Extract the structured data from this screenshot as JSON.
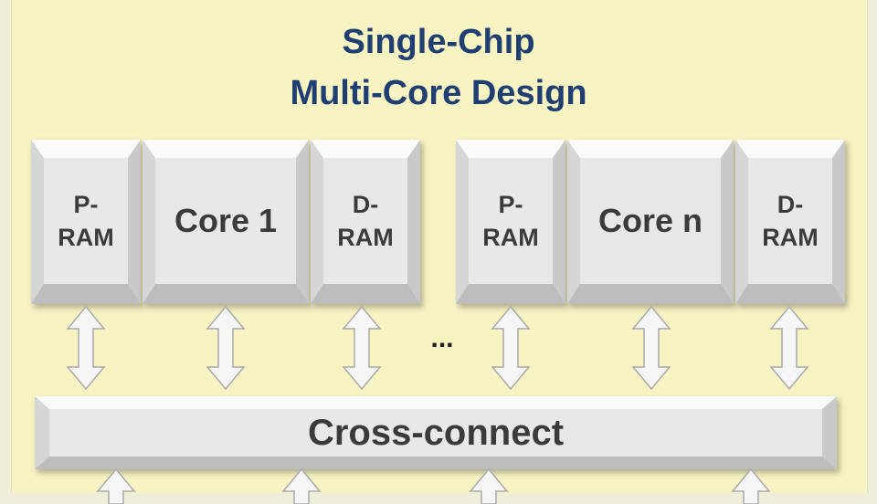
{
  "title": {
    "line1": "Single-Chip",
    "line2": "Multi-Core Design"
  },
  "blocks": [
    {
      "line1": "P-",
      "line2": "RAM"
    },
    {
      "label": "Core 1"
    },
    {
      "line1": "D-",
      "line2": "RAM"
    },
    {
      "line1": "P-",
      "line2": "RAM"
    },
    {
      "label": "Core n"
    },
    {
      "line1": "D-",
      "line2": "RAM"
    }
  ],
  "ellipsis": "...",
  "crossconnect": "Cross-connect",
  "icons": {
    "arrow": "double-headed-vertical-arrow"
  }
}
